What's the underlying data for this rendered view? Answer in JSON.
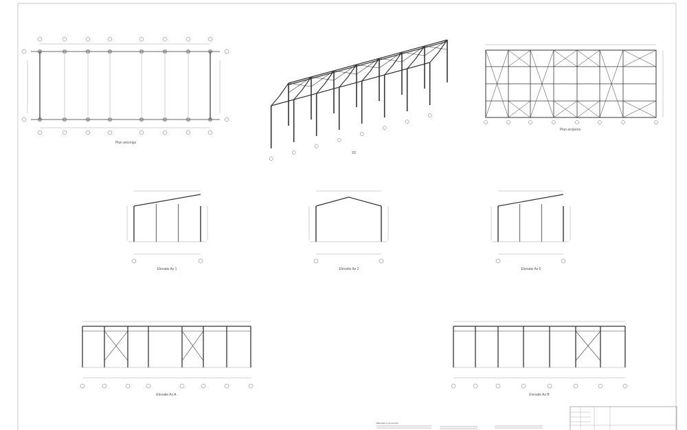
{
  "drawing": {
    "views": [
      {
        "id": "plan-ancoraje",
        "label": "Plan ancoraje"
      },
      {
        "id": "isometric-3d",
        "label": "3D"
      },
      {
        "id": "plan-acoperis",
        "label": "Plan acoperis"
      },
      {
        "id": "elevation-ax-1",
        "label": "Elevatie Ax 1"
      },
      {
        "id": "elevation-ax-2",
        "label": "Elevatie Ax 2"
      },
      {
        "id": "elevation-ax-6",
        "label": "Elevatie Ax 6"
      },
      {
        "id": "elevation-ax-a",
        "label": "Elevatie Ax A"
      },
      {
        "id": "elevation-ax-b",
        "label": "Elevatie Ax B"
      }
    ],
    "notes": {
      "title": "Materiale si prescriptii"
    },
    "colors": {
      "line": "#333333",
      "paper": "#ffffff",
      "frame": "#bbbbbb"
    }
  }
}
